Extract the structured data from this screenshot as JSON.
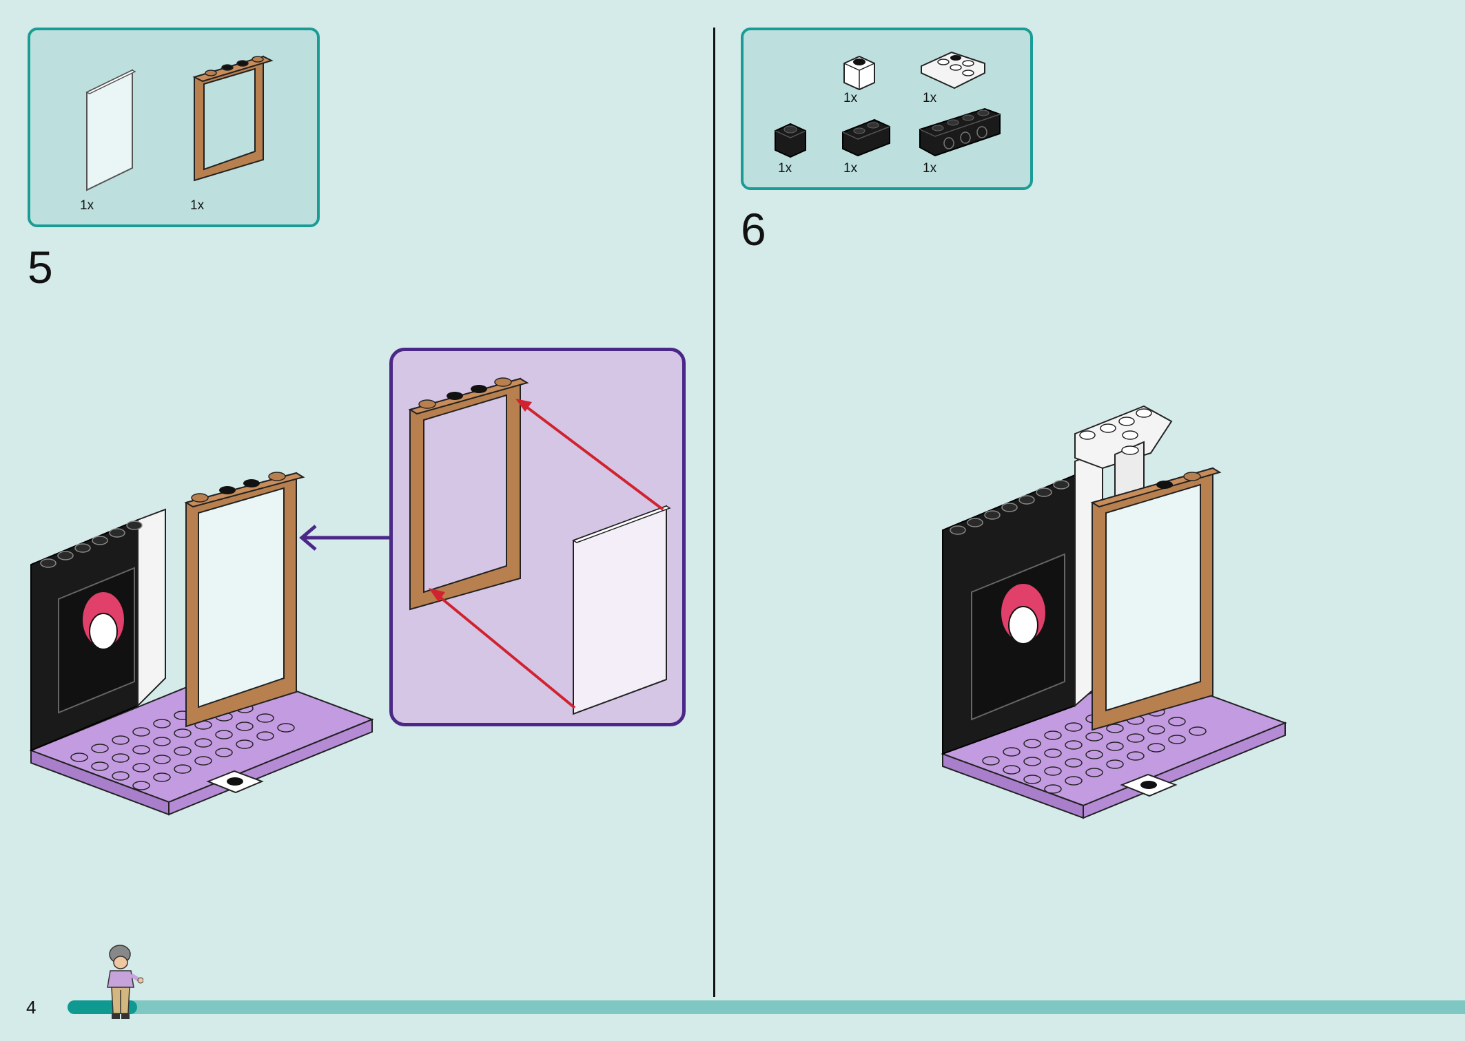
{
  "page": {
    "number": "4",
    "progress_fraction": 0.02
  },
  "step5": {
    "number": "5",
    "parts": [
      {
        "name": "transparent glass panel",
        "qty": "1x"
      },
      {
        "name": "brown door frame",
        "qty": "1x"
      }
    ]
  },
  "step6": {
    "number": "6",
    "parts": [
      {
        "name": "white 1x1 brick",
        "qty": "1x"
      },
      {
        "name": "white inverted slope",
        "qty": "1x"
      },
      {
        "name": "black 1x1 brick",
        "qty": "1x"
      },
      {
        "name": "black 1x2 brick",
        "qty": "1x"
      },
      {
        "name": "black 1x4 technic brick",
        "qty": "1x"
      }
    ]
  },
  "colors": {
    "background": "#d4ebe9",
    "parts_box_fill": "#bde0df",
    "parts_box_border": "#1a9c95",
    "callout_fill": "#d6c6e6",
    "callout_border": "#4b2888",
    "arrow_red": "#d0232f",
    "frame_brown": "#b9804f",
    "plate_lilac": "#c39be0",
    "progress_track": "#7fc7c2",
    "progress_fill": "#0f9990"
  }
}
